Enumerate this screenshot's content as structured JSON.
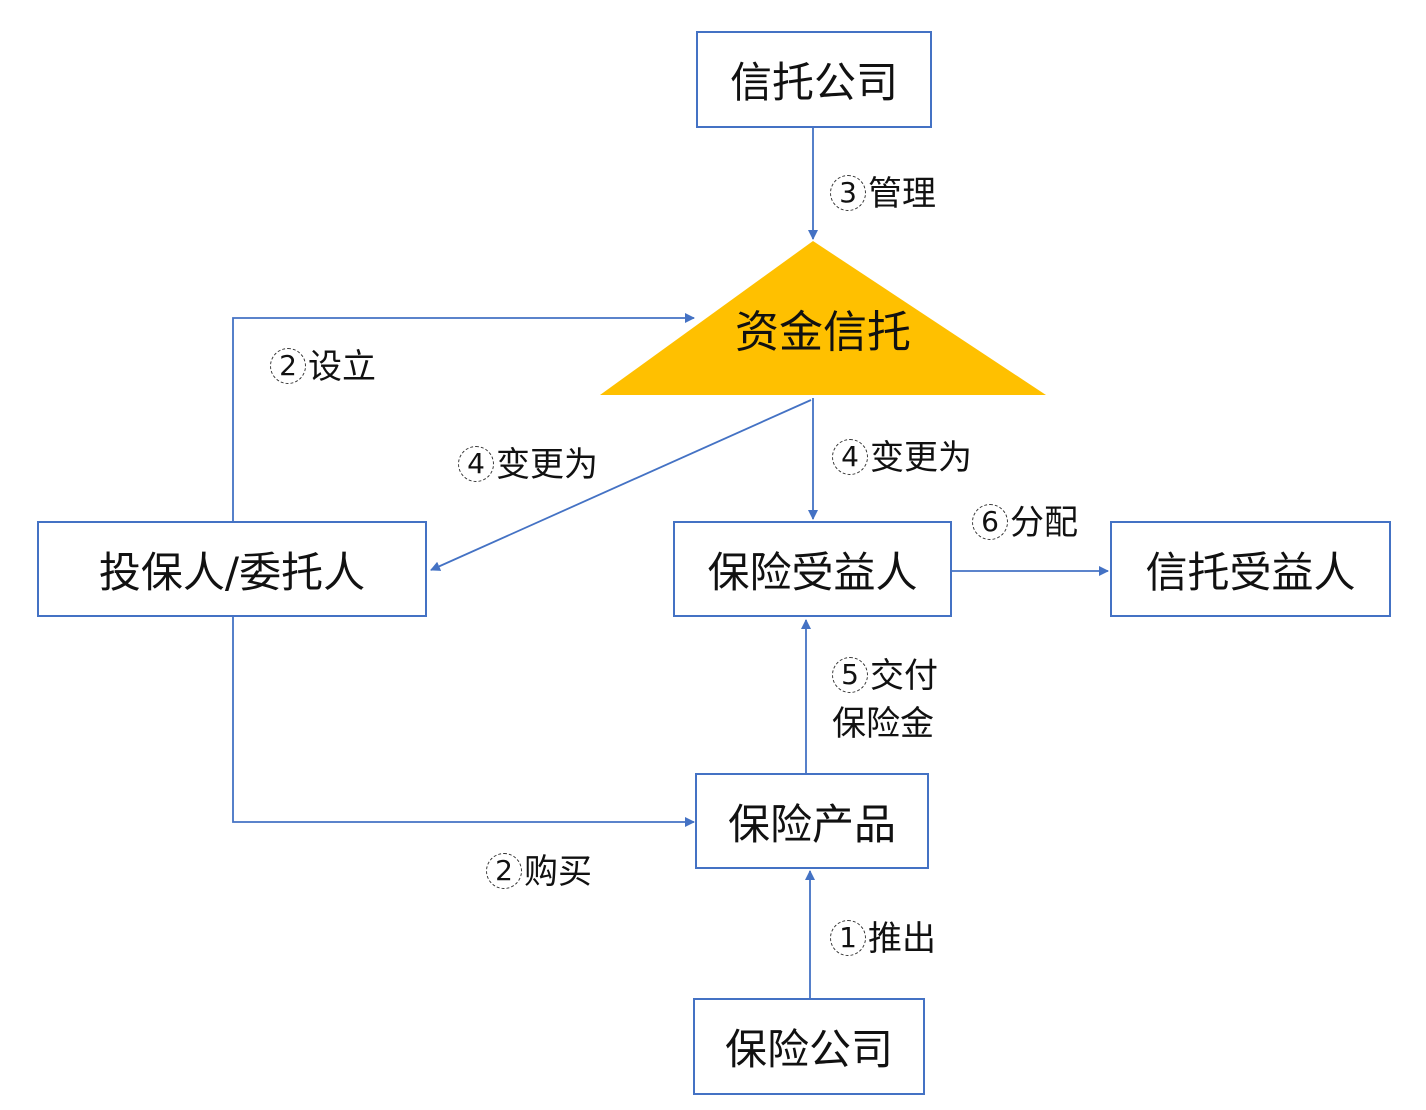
{
  "colors": {
    "box_border": "#4472c4",
    "arrow": "#4472c4",
    "triangle_fill": "#ffc000",
    "text": "#111111"
  },
  "nodes": {
    "trust_company": "信托公司",
    "fund_trust": "资金信托",
    "policyholder_settlor": "投保人/委托人",
    "insurance_beneficiary": "保险受益人",
    "trust_beneficiary": "信托受益人",
    "insurance_product": "保险产品",
    "insurance_company": "保险公司"
  },
  "edges": {
    "manage": {
      "num": "3",
      "text": "管理"
    },
    "establish": {
      "num": "2",
      "text": "设立"
    },
    "change_to_left": {
      "num": "4",
      "text": "变更为"
    },
    "change_to_down": {
      "num": "4",
      "text": "变更为"
    },
    "distribute": {
      "num": "6",
      "text": "分配"
    },
    "pay_line1": {
      "num": "5",
      "text": "交付"
    },
    "pay_line2": "保险金",
    "purchase": {
      "num": "2",
      "text": "购买"
    },
    "launch": {
      "num": "1",
      "text": "推出"
    }
  }
}
